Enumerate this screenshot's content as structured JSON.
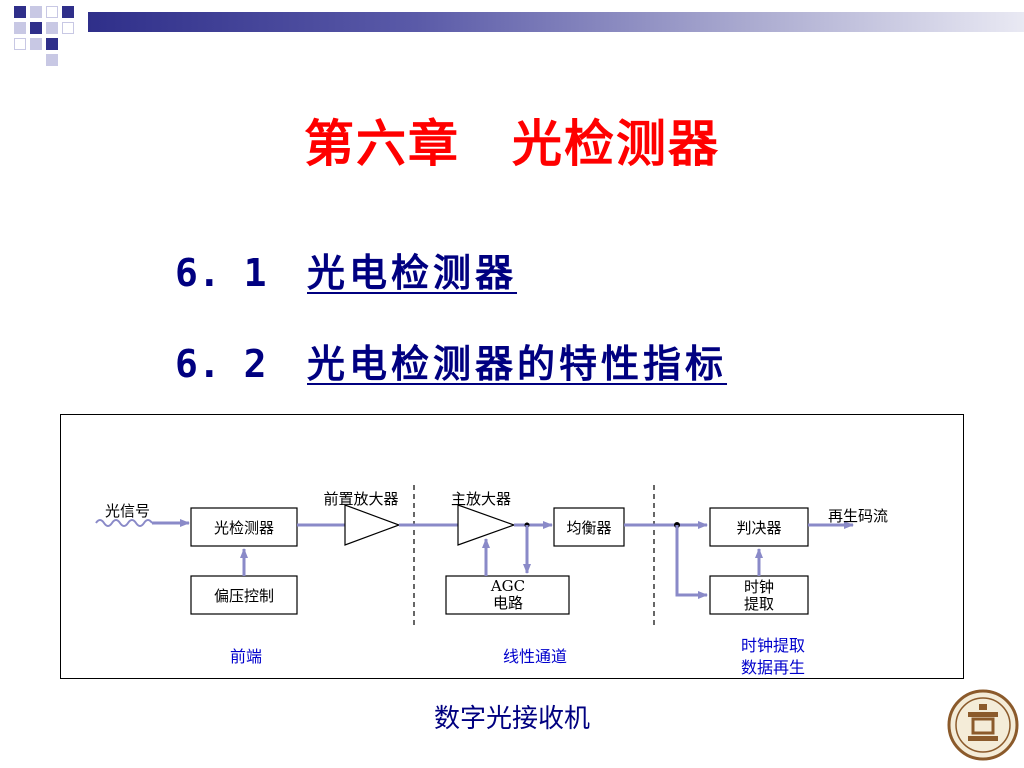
{
  "slide": {
    "title": "第六章　光检测器",
    "toc": [
      {
        "number": "6. 1",
        "label": "光电检测器"
      },
      {
        "number": "6. 2",
        "label": "光电检测器的特性指标"
      }
    ],
    "caption": "数字光接收机"
  },
  "diagram": {
    "input_label": "光信号",
    "photodetector": "光检测器",
    "bias_control": "偏压控制",
    "preamp": "前置放大器",
    "main_amp": "主放大器",
    "agc_line1": "AGC",
    "agc_line2": "电路",
    "equalizer": "均衡器",
    "decision": "判决器",
    "output_label": "再生码流",
    "clock_line1": "时钟",
    "clock_line2": "提取",
    "section_front": "前端",
    "section_linear": "线性通道",
    "section_clock_line1": "时钟提取",
    "section_clock_line2": "数据再生"
  },
  "colors": {
    "title": "#ff0000",
    "toc": "#000080",
    "arrow": "#8a8ac8",
    "section_label": "#0000cc"
  },
  "icons": {
    "logo": "university-seal-icon"
  }
}
